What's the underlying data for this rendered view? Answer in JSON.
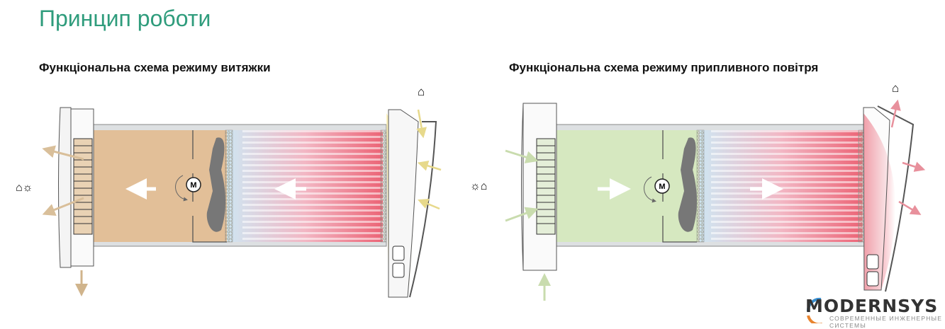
{
  "title": "Принцип роботи",
  "diagrams": [
    {
      "subtitle": "Функціональна схема режиму витяжки",
      "motor_label": "M",
      "mode": "exhaust"
    },
    {
      "subtitle": "Функціональна схема режиму припливного повітря",
      "motor_label": "M",
      "mode": "supply"
    }
  ],
  "logo": {
    "name": "MODERNSYS",
    "tagline": "СОВРЕМЕННЫЕ ИНЖЕНЕРНЫЕ СИСТЕМЫ"
  },
  "colors": {
    "title": "#2f9c7c",
    "exhaust_air": "#e2bf98",
    "supply_air": "#d6e8c0",
    "warm": "#ef6f7f",
    "cool": "#cfe6f2"
  }
}
